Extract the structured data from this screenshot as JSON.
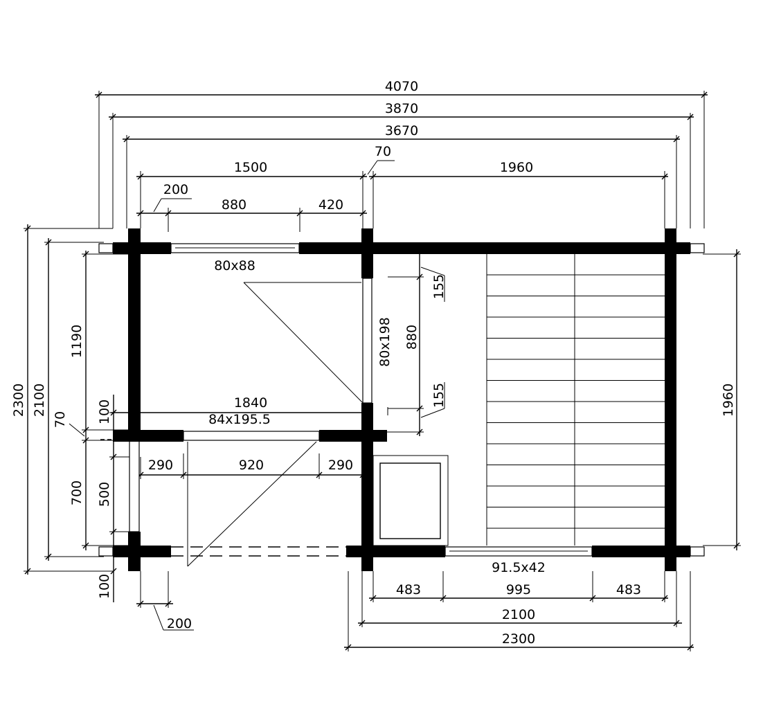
{
  "dimensions": {
    "top_overall_4070": "4070",
    "top_3870": "3870",
    "top_3670": "3670",
    "top_1500": "1500",
    "top_70": "70",
    "top_1960": "1960",
    "top_200": "200",
    "top_880": "880",
    "top_420": "420",
    "window_top": "80x88",
    "right_155_top": "155",
    "door_inner": "80x198",
    "right_880": "880",
    "right_155_bottom": "155",
    "right_1960": "1960",
    "mid_1840": "1840",
    "door_entry": "84x195.5",
    "mid_290_left": "290",
    "mid_920": "920",
    "mid_290_right": "290",
    "left_2300": "2300",
    "left_2100": "2100",
    "left_1190": "1190",
    "left_100_upper": "100",
    "left_70": "70",
    "left_700": "700",
    "left_500": "500",
    "left_100_lower": "100",
    "bottom_200": "200",
    "window_bottom": "91.5x42",
    "bottom_483_left": "483",
    "bottom_995": "995",
    "bottom_483_right": "483",
    "bottom_2100": "2100",
    "bottom_2300": "2300"
  }
}
